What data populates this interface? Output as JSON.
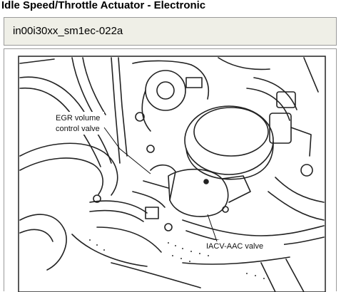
{
  "header": {
    "title": "Idle Speed/Throttle Actuator - Electronic"
  },
  "identifier": {
    "text": "in00i30xx_sm1ec-022a"
  },
  "figure": {
    "callouts": {
      "egr_line1": "EGR volume",
      "egr_line2": "control valve",
      "iacv": "IACV-AAC valve"
    }
  }
}
